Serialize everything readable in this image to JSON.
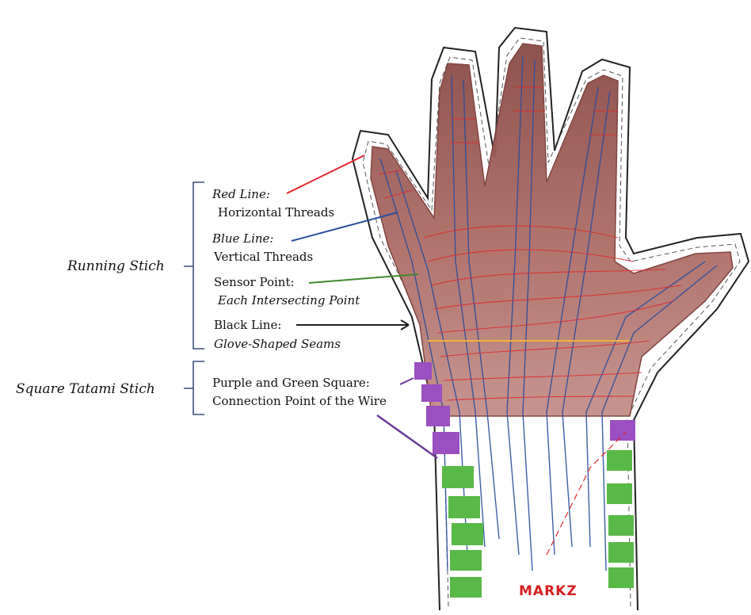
{
  "groups": {
    "running": "Running Stich",
    "tatami": "Square Tatami Stich"
  },
  "labels": {
    "red_title": "Red Line:",
    "red_desc": "Horizontal Threads",
    "blue_title": "Blue Line:",
    "blue_desc": "Vertical Threads",
    "sensor_title": "Sensor Point:",
    "sensor_desc": "Each Intersecting Point",
    "black_title": "Black Line:",
    "black_desc": "Glove-Shaped Seams",
    "square_title": "Purple and Green Square:",
    "square_desc": "Connection Point of the Wire"
  },
  "mark": "MARKZ",
  "colors": {
    "red_line": "#e0262b",
    "blue_line": "#2a4e9c",
    "green_line": "#3f8a2b",
    "black_line": "#222222",
    "purple_square": "#9b4fc0",
    "green_square": "#58b947",
    "mark_text": "#d61e1e",
    "palm": "#a8645c",
    "bracket": "#3a4f7a"
  }
}
